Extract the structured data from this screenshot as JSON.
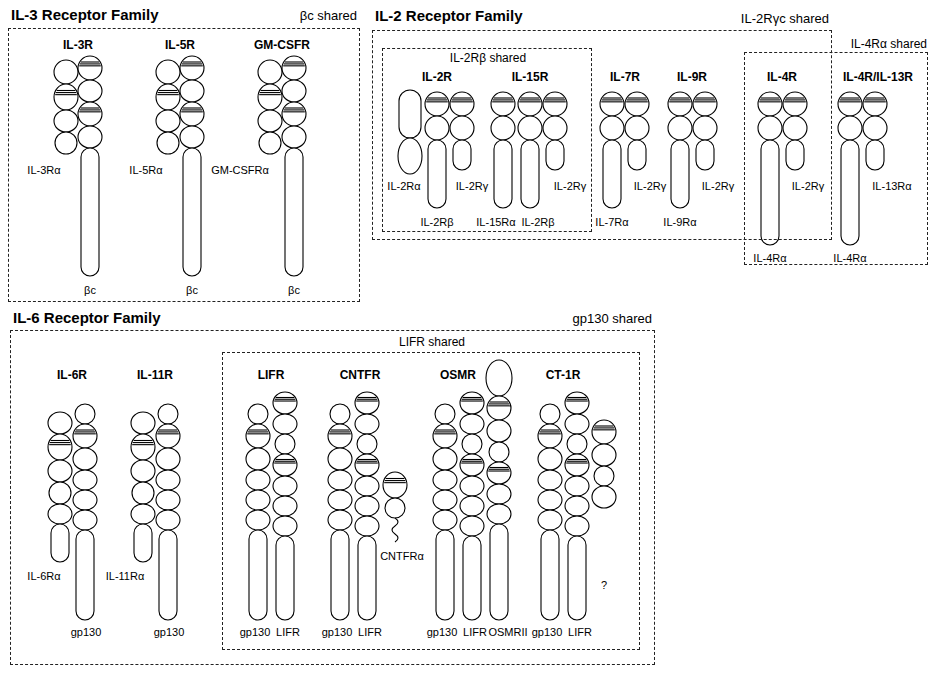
{
  "diagram": {
    "nodes": [
      {
        "text": [
          "IL-3 Receptor Family",
          "βc shared"
        ]
      },
      {
        "text": [
          "IL-2 Receptor Family",
          "IL-2Rγc shared"
        ]
      },
      {
        "text": [
          "IL-2Rβ shared"
        ],
        "in": 1
      },
      {
        "text": [
          "IL-4Rα shared"
        ]
      },
      {
        "text": [
          "IL-6 Receptor Family",
          "gp130 shared"
        ]
      },
      {
        "text": [
          "LIFR shared"
        ],
        "in": 4
      }
    ],
    "labels": [
      "IL-3R",
      "IL-5R",
      "GM-CSFR",
      "IL-3Rα",
      "IL-5Rα",
      "GM-CSFRα",
      "βc",
      "βc",
      "βc",
      "IL-2R",
      "IL-15R",
      "IL-7R",
      "IL-9R",
      "IL-4R",
      "IL-4R/IL-13R",
      "IL-2Rα",
      "IL-2Rβ",
      "IL-2Rγ",
      "IL-15Rα",
      "IL-2Rβ",
      "IL-2Rγ",
      "IL-7Rα",
      "IL-2Rγ",
      "IL-9Rα",
      "IL-2Rγ",
      "IL-4Rα",
      "IL-2Rγ",
      "IL-4Rα",
      "IL-13Rα",
      "IL-6R",
      "IL-11R",
      "LIFR",
      "CNTFR",
      "OSMR",
      "CT-1R",
      "IL-6Rα",
      "gp130",
      "IL-11Rα",
      "gp130",
      "gp130",
      "LIFR",
      "gp130",
      "LIFR",
      "CNTFRα",
      "gp130",
      "LIFR",
      "OSMRII",
      "gp130",
      "LIFR",
      "?"
    ]
  }
}
